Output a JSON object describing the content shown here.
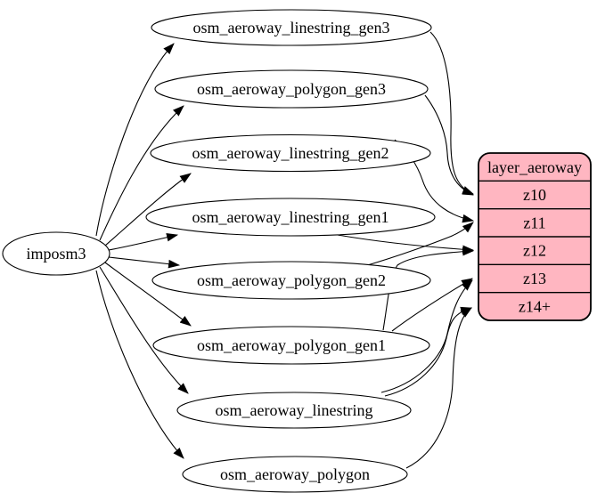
{
  "nodes": {
    "source": {
      "label": "imposm3"
    },
    "tables": [
      {
        "label": "osm_aeroway_linestring_gen3"
      },
      {
        "label": "osm_aeroway_polygon_gen3"
      },
      {
        "label": "osm_aeroway_linestring_gen2"
      },
      {
        "label": "osm_aeroway_linestring_gen1"
      },
      {
        "label": "osm_aeroway_polygon_gen2"
      },
      {
        "label": "osm_aeroway_polygon_gen1"
      },
      {
        "label": "osm_aeroway_linestring"
      },
      {
        "label": "osm_aeroway_polygon"
      }
    ],
    "layer": {
      "title": "layer_aeroway",
      "rows": [
        {
          "label": "z10"
        },
        {
          "label": "z11"
        },
        {
          "label": "z12"
        },
        {
          "label": "z13"
        },
        {
          "label": "z14+"
        }
      ]
    }
  },
  "edges": [
    {
      "from": "imposm3",
      "to": "osm_aeroway_linestring_gen3"
    },
    {
      "from": "imposm3",
      "to": "osm_aeroway_polygon_gen3"
    },
    {
      "from": "imposm3",
      "to": "osm_aeroway_linestring_gen2"
    },
    {
      "from": "imposm3",
      "to": "osm_aeroway_linestring_gen1"
    },
    {
      "from": "imposm3",
      "to": "osm_aeroway_polygon_gen2"
    },
    {
      "from": "imposm3",
      "to": "osm_aeroway_polygon_gen1"
    },
    {
      "from": "imposm3",
      "to": "osm_aeroway_linestring"
    },
    {
      "from": "imposm3",
      "to": "osm_aeroway_polygon"
    },
    {
      "from": "osm_aeroway_linestring_gen3",
      "to": "layer_aeroway:z10"
    },
    {
      "from": "osm_aeroway_polygon_gen3",
      "to": "layer_aeroway:z10"
    },
    {
      "from": "osm_aeroway_linestring_gen2",
      "to": "layer_aeroway:z11"
    },
    {
      "from": "osm_aeroway_polygon_gen2",
      "to": "layer_aeroway:z11"
    },
    {
      "from": "osm_aeroway_linestring_gen1",
      "to": "layer_aeroway:z12"
    },
    {
      "from": "osm_aeroway_polygon_gen1",
      "to": "layer_aeroway:z12"
    },
    {
      "from": "osm_aeroway_polygon_gen1",
      "to": "layer_aeroway:z13"
    },
    {
      "from": "osm_aeroway_linestring",
      "to": "layer_aeroway:z13"
    },
    {
      "from": "osm_aeroway_linestring",
      "to": "layer_aeroway:z14+"
    },
    {
      "from": "osm_aeroway_polygon",
      "to": "layer_aeroway:z14+"
    }
  ],
  "colors": {
    "layer_fill": "#ffb6c1",
    "table_fill": "#ffffff",
    "stroke": "#000000",
    "background": "#ffffff"
  }
}
